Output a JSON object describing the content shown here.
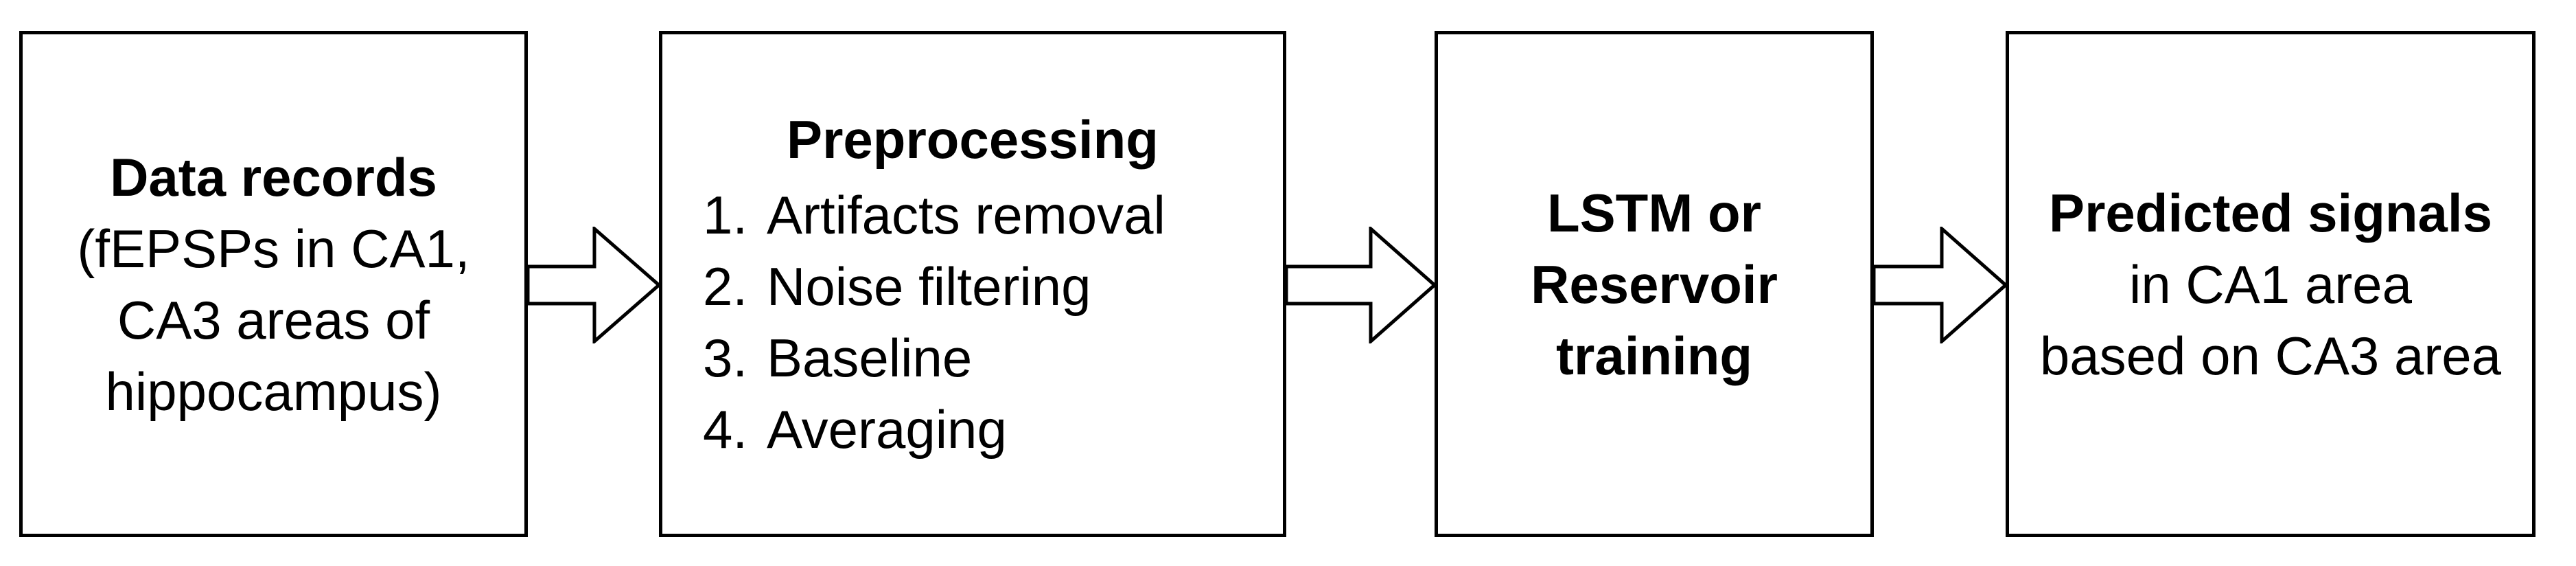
{
  "boxes": [
    {
      "title": "Data records",
      "lines": [
        "(fEPSPs in CA1,",
        "CA3 areas of",
        "hippocampus)"
      ]
    },
    {
      "title": "Preprocessing",
      "steps": [
        {
          "num": "1.",
          "text": "Artifacts removal"
        },
        {
          "num": "2.",
          "text": "Noise filtering"
        },
        {
          "num": "3.",
          "text": "Baseline"
        },
        {
          "num": "4.",
          "text": "Averaging"
        }
      ]
    },
    {
      "title_lines": [
        "LSTM or",
        "Reservoir",
        "training"
      ]
    },
    {
      "title": "Predicted signals",
      "lines": [
        "in CA1 area",
        "based on CA3 area"
      ]
    }
  ],
  "colors": {
    "stroke": "#000000",
    "fill": "#ffffff"
  }
}
